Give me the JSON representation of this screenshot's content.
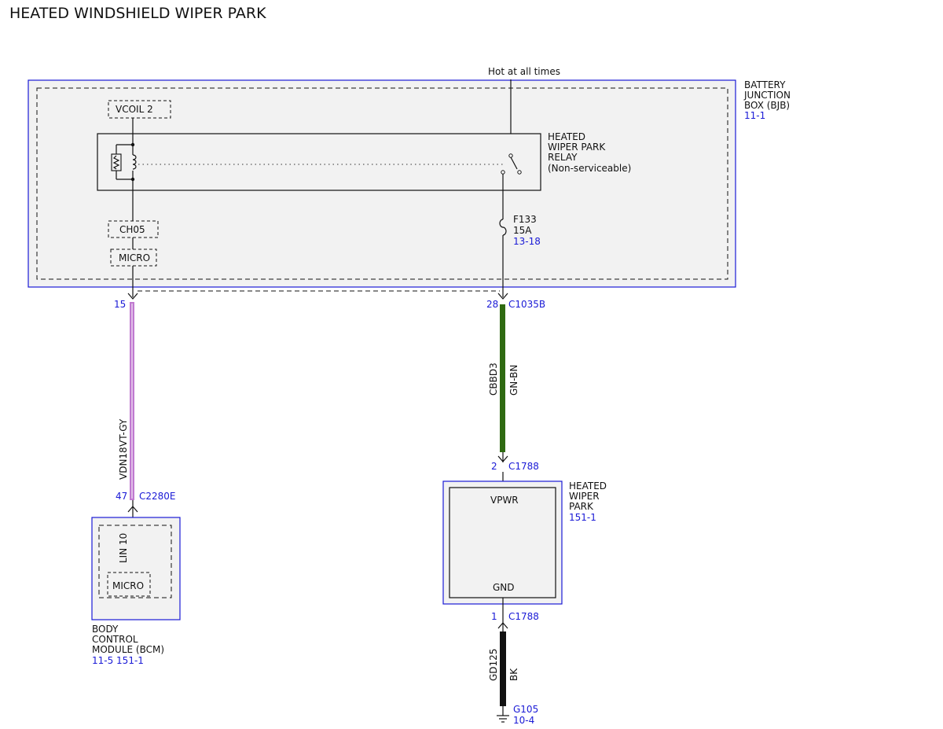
{
  "title": "HEATED WINDSHIELD WIPER PARK",
  "colors": {
    "box_border": "#1a1ad6",
    "ref_text": "#1a1ad6",
    "box_fill": "#f2f2f2",
    "wire_vt_gy": "#c07ad0",
    "wire_gn_bn": "#2f6a12",
    "wire_bk": "#111111"
  },
  "power": {
    "label": "Hot at all times"
  },
  "bjb": {
    "name_lines": [
      "BATTERY",
      "JUNCTION",
      "BOX (BJB)"
    ],
    "ref": "11-1",
    "vcoil": "VCOIL 2",
    "ch05": "CH05",
    "micro": "MICRO",
    "relay_lines": [
      "HEATED",
      "WIPER PARK",
      "RELAY",
      "(Non-serviceable)"
    ],
    "fuse": {
      "name": "F133",
      "rating": "15A",
      "ref": "13-18"
    }
  },
  "left_circuit": {
    "top_pin": "15",
    "wire_circuit": "VDN18",
    "wire_color": "VT-GY",
    "bottom_pin": "47",
    "bottom_connector": "C2280E"
  },
  "right_circuit": {
    "top_pin": "28",
    "top_connector": "C1035B",
    "wire_circuit": "CBBD3",
    "wire_color": "GN-BN",
    "mid_pin": "2",
    "mid_connector": "C1788"
  },
  "wiper_module": {
    "name_lines": [
      "HEATED",
      "WIPER",
      "PARK"
    ],
    "ref": "151-1",
    "vpwr": "VPWR",
    "gnd": "GND"
  },
  "ground_circuit": {
    "pin": "1",
    "connector": "C1788",
    "wire_circuit": "GD125",
    "wire_color": "BK",
    "ground": "G105",
    "ground_ref": "10-4"
  },
  "bcm": {
    "name_lines": [
      "BODY",
      "CONTROL",
      "MODULE (BCM)"
    ],
    "refs": "11-5  151-1",
    "lin": "LIN 10",
    "micro": "MICRO"
  }
}
